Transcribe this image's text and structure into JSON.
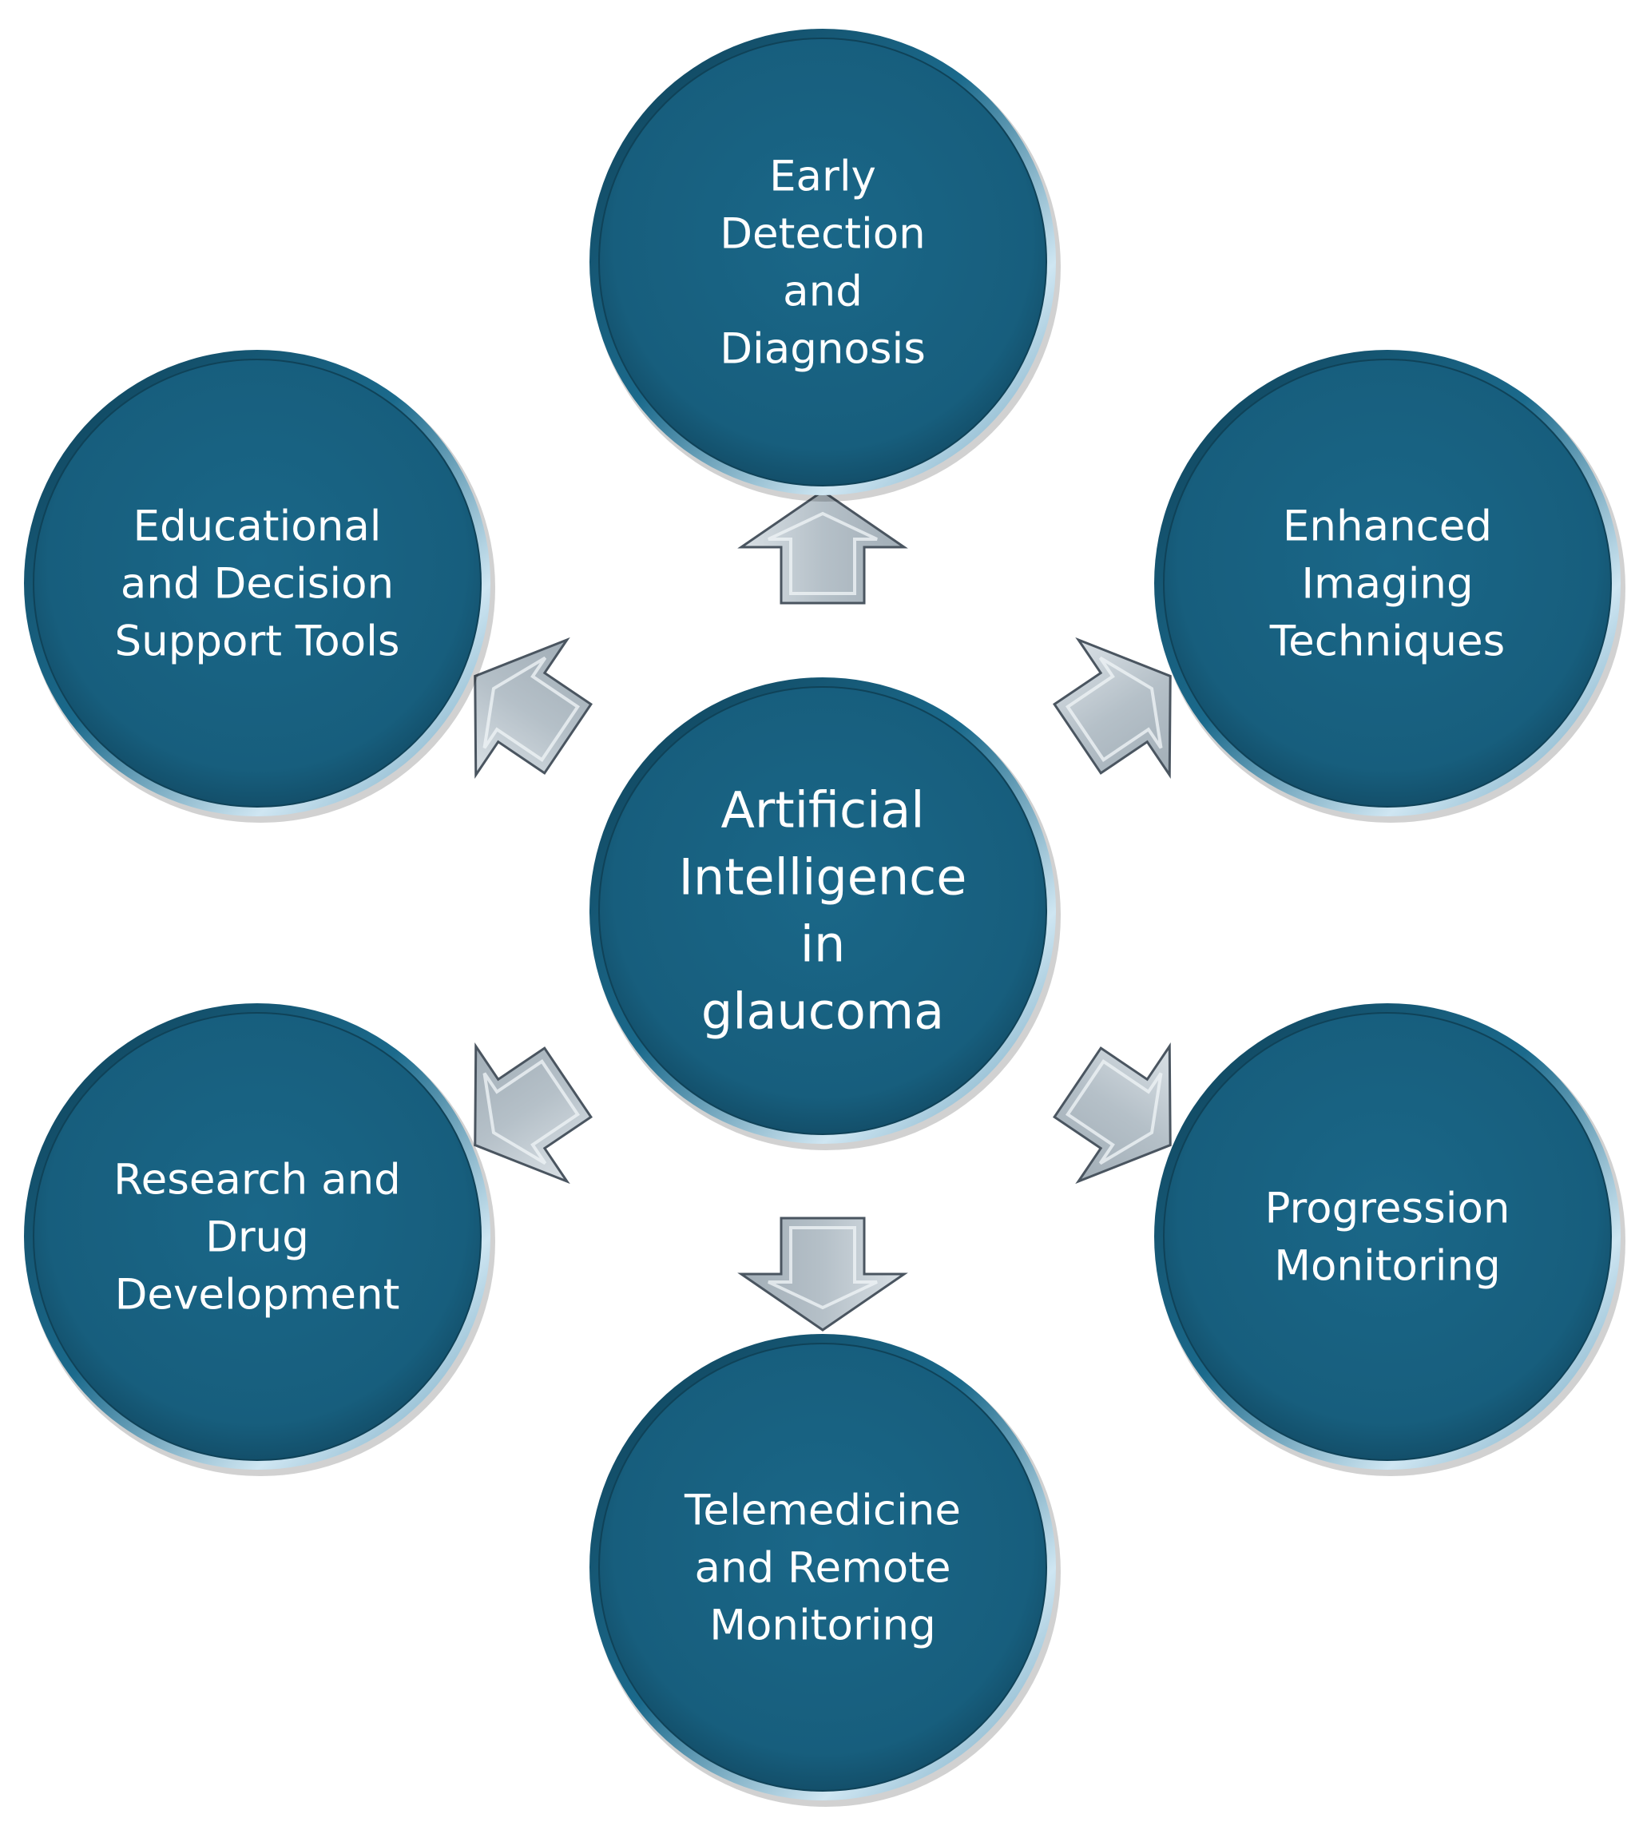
{
  "diagram": {
    "center": {
      "lines": [
        "Artificial",
        "Intelligence",
        "in",
        "glaucoma"
      ]
    },
    "nodes": [
      {
        "id": "early-detection",
        "lines": [
          "Early",
          "Detection",
          "and",
          "Diagnosis"
        ]
      },
      {
        "id": "enhanced-imaging",
        "lines": [
          "Enhanced",
          "Imaging",
          "Techniques"
        ]
      },
      {
        "id": "progression-monitoring",
        "lines": [
          "Progression",
          "Monitoring"
        ]
      },
      {
        "id": "telemedicine",
        "lines": [
          "Telemedicine",
          "and Remote",
          "Monitoring"
        ]
      },
      {
        "id": "research-drug",
        "lines": [
          "Research and",
          "Drug",
          "Development"
        ]
      },
      {
        "id": "educational-tools",
        "lines": [
          "Educational",
          "and Decision",
          "Support Tools"
        ]
      }
    ],
    "colors": {
      "circle_fill": "#175e7d",
      "circle_rim_light": "#a8cde0",
      "circle_rim_dark": "#0f4258",
      "arrow_fill": "#b8c3cb",
      "arrow_stroke": "#4a5560",
      "text": "#ffffff"
    }
  }
}
